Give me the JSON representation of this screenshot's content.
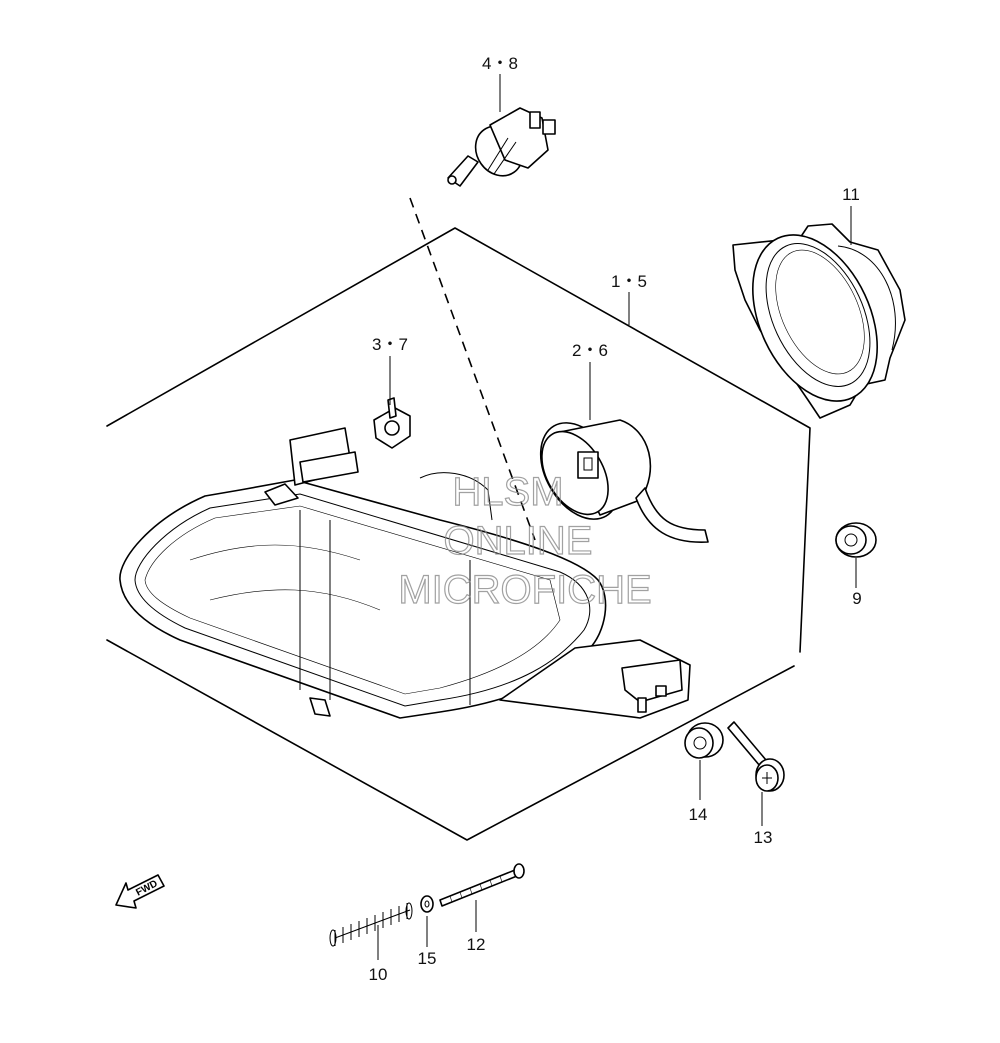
{
  "callouts": [
    {
      "id": "bulb",
      "label": "4・8"
    },
    {
      "id": "ring",
      "label": "11"
    },
    {
      "id": "headlamp-assembly",
      "label": "1・5"
    },
    {
      "id": "clip",
      "label": "3・7"
    },
    {
      "id": "socket",
      "label": "2・6"
    },
    {
      "id": "grommet-9",
      "label": "9"
    },
    {
      "id": "cushion-14",
      "label": "14"
    },
    {
      "id": "screw-13",
      "label": "13"
    },
    {
      "id": "bolt-12",
      "label": "12"
    },
    {
      "id": "washer-15",
      "label": "15"
    },
    {
      "id": "spring-10",
      "label": "10"
    }
  ],
  "fwd_marker": "FWD",
  "watermark": [
    "HLSM",
    "ONLINE",
    "MICROFICHE"
  ]
}
